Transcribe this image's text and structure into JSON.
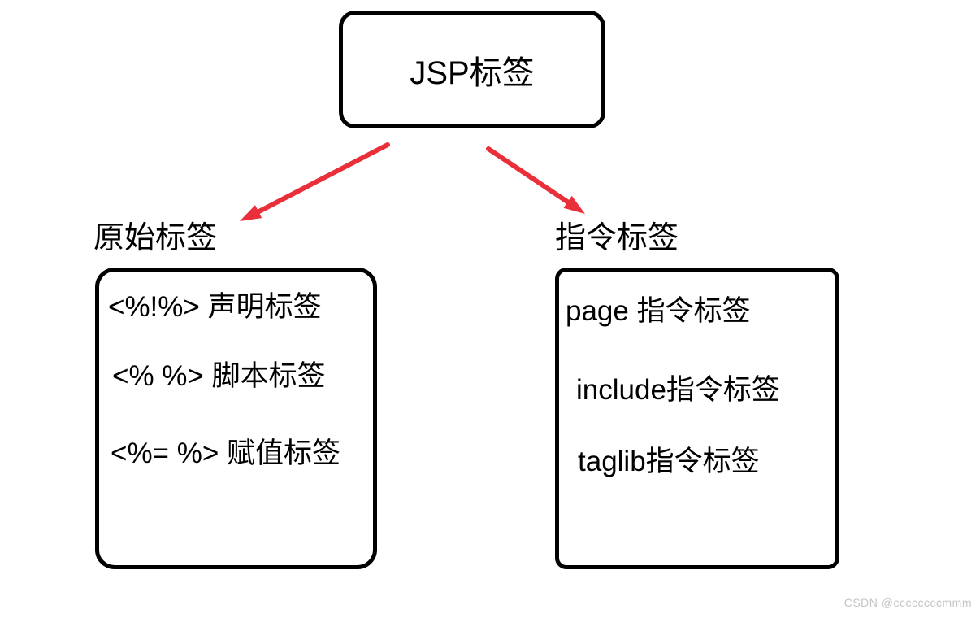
{
  "diagram": {
    "root": {
      "label": "JSP标签"
    },
    "branches": [
      {
        "title": "原始标签",
        "items": [
          "<%!%> 声明标签",
          "<% %> 脚本标签",
          "<%= %> 赋值标签"
        ]
      },
      {
        "title": "指令标签",
        "items": [
          "page 指令标签",
          "include指令标签",
          "taglib指令标签"
        ]
      }
    ]
  },
  "watermark": "CSDN @ccccccccmmm",
  "colors": {
    "arrow": "#e9303a",
    "border": "#000000",
    "text": "#000000",
    "watermark": "#c5c5c5",
    "background": "#ffffff"
  }
}
